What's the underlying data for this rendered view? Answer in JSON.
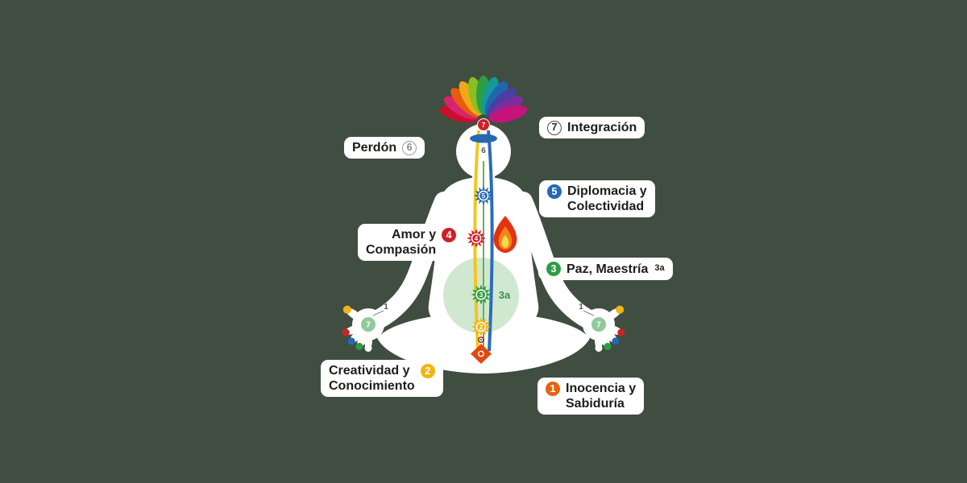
{
  "background": "#404e41",
  "labels": {
    "perdon": {
      "text": "Perdón",
      "num": "6"
    },
    "integracion": {
      "num": "7",
      "text": "Integración"
    },
    "diplomacia": {
      "num": "5",
      "line1": "Diplomacia y",
      "line2": "Colectividad"
    },
    "amor": {
      "line1": "Amor y",
      "line2": "Compasión",
      "num": "4"
    },
    "paz": {
      "num": "3",
      "text": "Paz, Maestría",
      "suffix": "3a"
    },
    "creatividad": {
      "line1": "Creatividad y",
      "line2": "Conocimiento",
      "num": "2"
    },
    "inocencia": {
      "num": "1",
      "line1": "Inocencia y",
      "line2": "Sabiduría"
    }
  },
  "figure": {
    "crown_num": "7",
    "agnya_num": "6",
    "vishuddhi_num": "5",
    "heart_num": "4",
    "nabhi_num": "3",
    "swadisthan_num": "2",
    "void_label": "3a",
    "palm_num": "7",
    "finger_label": "1"
  },
  "colors": {
    "blue": "#2468b2",
    "red": "#cf2027",
    "green": "#2e9c46",
    "yellow": "#f2b511",
    "orange": "#e8620f",
    "orangered": "#e2490f",
    "paleGreen": "#cfe7cd",
    "palmGreen": "#8fca9b",
    "channelYellow": "#f2c61f",
    "channelBlue": "#2b6cb8",
    "channelGreen": "#6ab04c",
    "petals": [
      "#c8102e",
      "#d6246e",
      "#e85a10",
      "#f0a818",
      "#8bbf1f",
      "#2f9e42",
      "#16989a",
      "#1f66b0",
      "#4a3fa0",
      "#7b2d9c",
      "#c4147c"
    ]
  }
}
